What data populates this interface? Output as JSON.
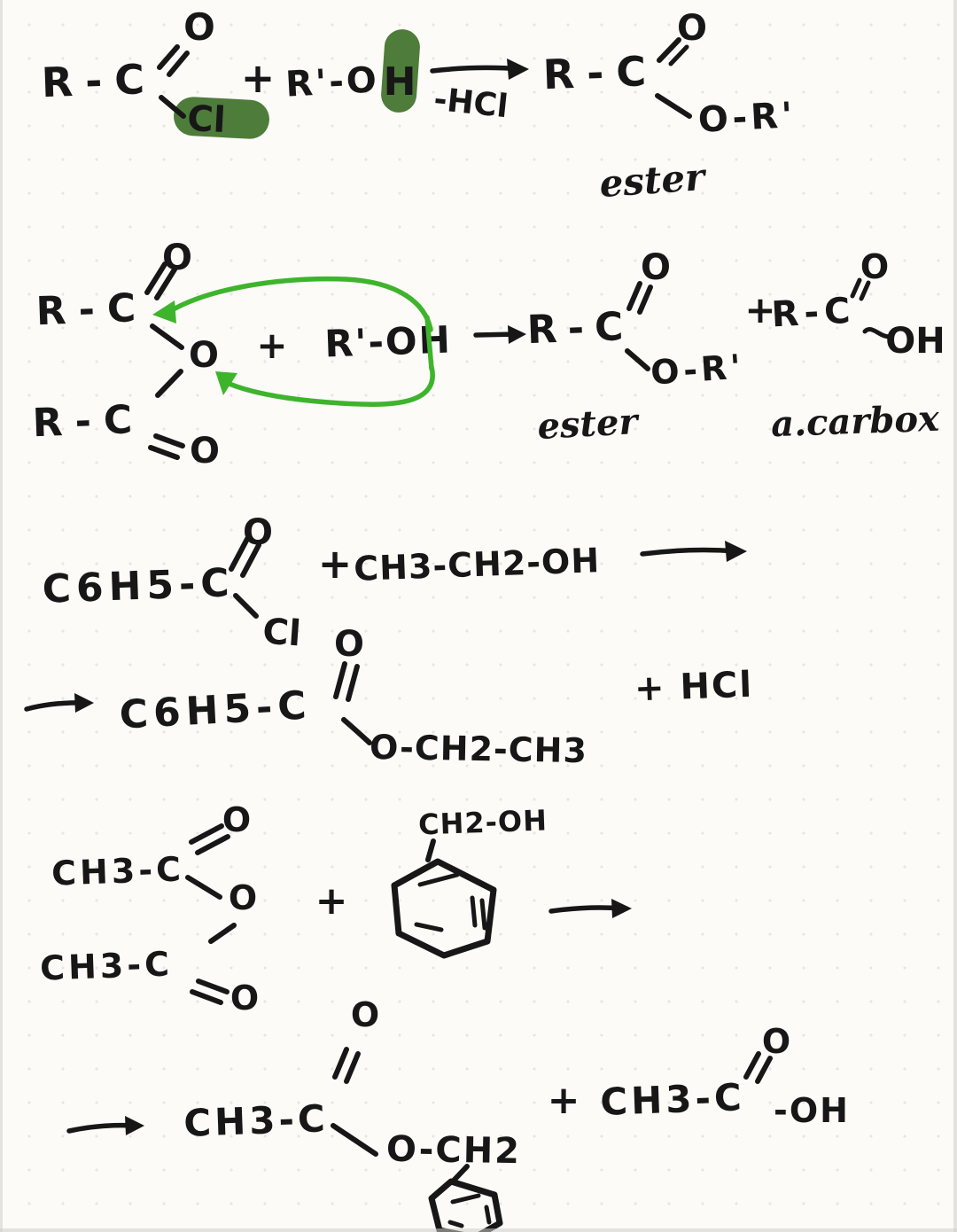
{
  "page": {
    "background": "#fcfbf8",
    "dot_color": "#e8e6e2",
    "ink": "#171717",
    "highlight_green": "#4e7c3a",
    "arrow_green": "#3eb42c",
    "edge": "#cfcecb"
  },
  "reaction1": {
    "acyl_chain": "R-C",
    "carbonyl_o": "O",
    "chloride": "Cl",
    "plus": "+",
    "alcohol_prefix": "R'-O",
    "alcohol_h": "H",
    "arrow_condition": "-HCl",
    "product_chain": "R-C",
    "product_carbonyl_o": "O",
    "product_ester_group": "O-R'",
    "product_label": "ester"
  },
  "reaction2": {
    "top_chain": "R-C",
    "top_carbonyl_o": "O",
    "bridge_o": "O",
    "bottom_chain": "R-C",
    "bottom_carbonyl_o": "O",
    "plus": "+",
    "alcohol": "R'-OH",
    "ester_chain": "R-C",
    "ester_carbonyl_o": "O",
    "ester_group": "O-R'",
    "ester_label": "ester",
    "acid_plus": "+",
    "acid_chain": "R-C",
    "acid_carbonyl_o": "O",
    "acid_oh": "OH",
    "acid_label": "a.carbox"
  },
  "reaction3": {
    "acyl": "C6H5-C",
    "carbonyl_o": "O",
    "chloride": "Cl",
    "plus": "+",
    "alcohol": "CH3-CH2-OH",
    "product": "C6H5-C",
    "product_carbonyl_o": "O",
    "product_ester_group": "O-CH2-CH3",
    "byproduct": "+ HCl"
  },
  "reaction4": {
    "top_chain": "CH3-C",
    "top_carbonyl_o": "O",
    "bridge_o": "O",
    "bottom_chain": "CH3-C",
    "bottom_carbonyl_o": "O",
    "plus": "+",
    "benzyl_group": "CH2-OH",
    "product_chain": "CH3-C",
    "product_carbonyl_o": "O",
    "product_ester_group": "O-CH2",
    "plus2": "+",
    "acid_chain": "CH3-C",
    "acid_carbonyl_o": "O",
    "acid_oh": "-OH"
  }
}
